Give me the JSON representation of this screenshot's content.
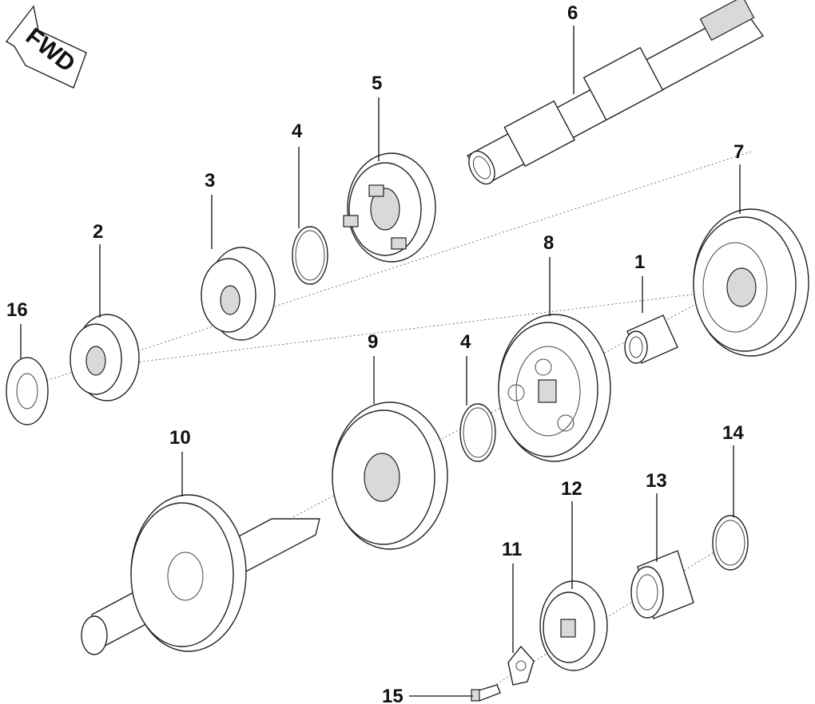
{
  "fwd_label": "FWD",
  "callouts": [
    {
      "id": "p1",
      "label": "1"
    },
    {
      "id": "p2",
      "label": "2"
    },
    {
      "id": "p3",
      "label": "3"
    },
    {
      "id": "p4a",
      "label": "4"
    },
    {
      "id": "p4b",
      "label": "4"
    },
    {
      "id": "p5",
      "label": "5"
    },
    {
      "id": "p6",
      "label": "6"
    },
    {
      "id": "p7",
      "label": "7"
    },
    {
      "id": "p8",
      "label": "8"
    },
    {
      "id": "p9",
      "label": "9"
    },
    {
      "id": "p10",
      "label": "10"
    },
    {
      "id": "p11",
      "label": "11"
    },
    {
      "id": "p12",
      "label": "12"
    },
    {
      "id": "p13",
      "label": "13"
    },
    {
      "id": "p14",
      "label": "14"
    },
    {
      "id": "p15",
      "label": "15"
    },
    {
      "id": "p16",
      "label": "16"
    }
  ]
}
